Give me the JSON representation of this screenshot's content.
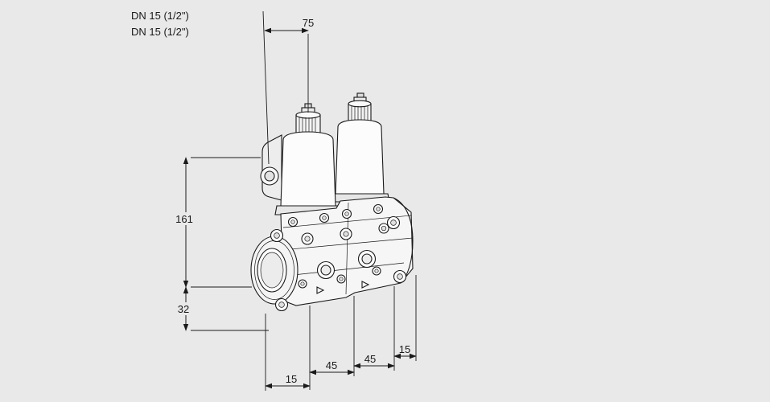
{
  "page": {
    "background_color": "#e9e9e9",
    "line_color": "#1a1a1a",
    "drawing_subject": "double-solenoid-valve-dimensional-drawing"
  },
  "labels": {
    "port_size_line1": "DN 15 (1/2\")",
    "port_size_line2": "DN 15 (1/2\")"
  },
  "dimensions": {
    "top_width": "75",
    "height_upper": "161",
    "height_lower": "32",
    "bottom_offset_left": "15",
    "bottom_span_left": "45",
    "bottom_span_right": "45",
    "bottom_offset_right": "15"
  }
}
